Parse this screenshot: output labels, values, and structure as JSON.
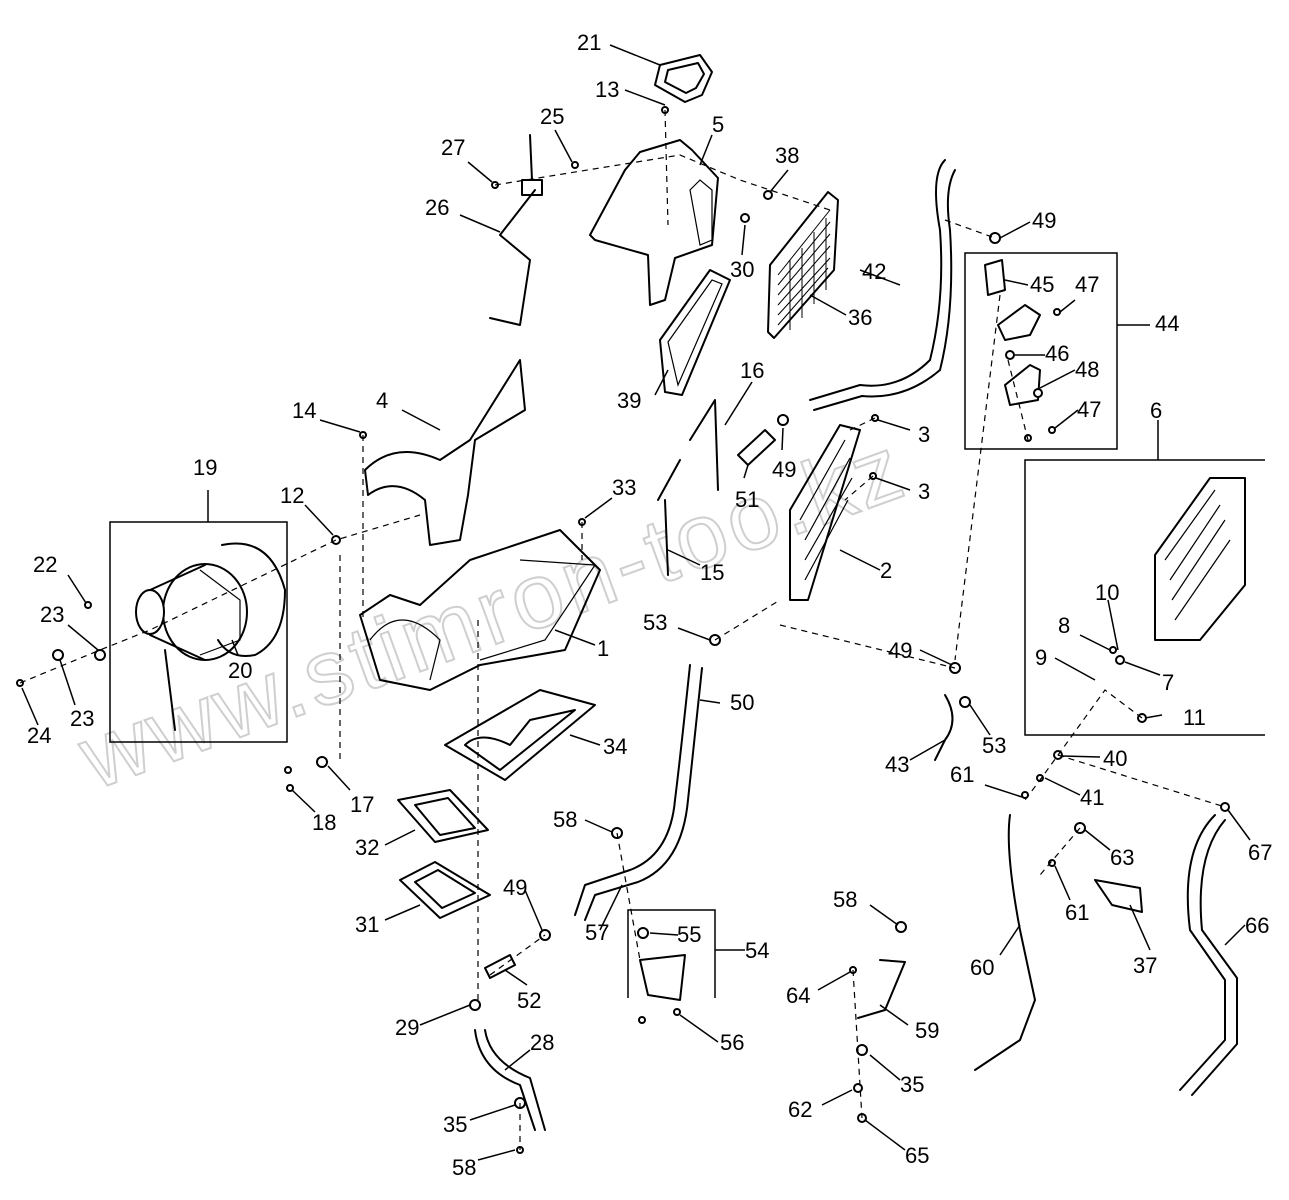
{
  "watermark": "www.stimron-too.kz",
  "labels": [
    "1",
    "2",
    "3",
    "3",
    "4",
    "5",
    "6",
    "7",
    "8",
    "9",
    "10",
    "11",
    "12",
    "13",
    "14",
    "15",
    "16",
    "17",
    "18",
    "19",
    "20",
    "21",
    "22",
    "23",
    "23",
    "24",
    "25",
    "26",
    "27",
    "28",
    "29",
    "30",
    "31",
    "32",
    "33",
    "34",
    "35",
    "35",
    "36",
    "37",
    "38",
    "39",
    "40",
    "41",
    "42",
    "43",
    "44",
    "45",
    "46",
    "47",
    "47",
    "48",
    "49",
    "49",
    "49",
    "49",
    "50",
    "51",
    "52",
    "53",
    "53",
    "54",
    "55",
    "56",
    "57",
    "58",
    "58",
    "58",
    "59",
    "60",
    "61",
    "61",
    "62",
    "63",
    "64",
    "65",
    "66",
    "67"
  ]
}
